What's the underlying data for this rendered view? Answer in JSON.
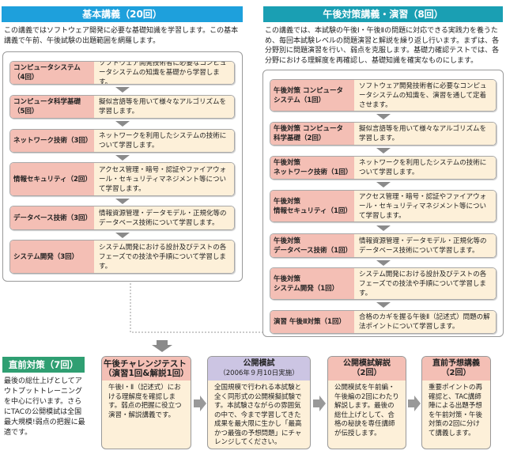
{
  "basic": {
    "title": "基本講義（20回）",
    "intro": "この講義ではソフトウェア開発に必要な基礎知識を学習します。この基本講義で午前、午後試験の出題範囲を網羅します。",
    "rows": [
      {
        "label": "コンピュータシステム\n（4回）",
        "desc": "ソフトウェア開発技術者に必要なコンピュータシステムの知識を基礎から学習します。"
      },
      {
        "label": "コンピュータ科学基礎\n（5回）",
        "desc": "擬似言語等を用いて様々なアルゴリズムを学習します。"
      },
      {
        "label": "ネットワーク技術（3回）",
        "desc": "ネットワークを利用したシステムの技術について学習します。"
      },
      {
        "label": "情報セキュリティ（2回）",
        "desc": "アクセス管理・暗号・認証やファイアウォール・セキュリティマネジメント等について学習します。"
      },
      {
        "label": "データベース技術（3回）",
        "desc": "情報資源管理・データモデル・正規化等のデータベース技術について学習します。"
      },
      {
        "label": "システム開発（3回）",
        "desc": "システム開発における設計及びテストの各フェーズでの技法や手順について学習します。"
      }
    ]
  },
  "afternoon": {
    "title": "午後対策講義・演習（8回）",
    "intro": "この講義では、本試験の午後Ⅰ・午後Ⅱの問題に対応できる実践力を養うため、毎回本試験レベルの問題演習と解説を繰り返し行います。まずは、各分野別に問題演習を行い、弱点を克服します。基礎力確認テストでは、各分野における理解度を再確認し、基礎知識を確実なものにします。",
    "rows": [
      {
        "label": "午後対策 コンピュータ\nシステム（1回）",
        "desc": "ソフトウェア開発技術者に必要なコンピュータシステムの知識を、演習を通して定着させます。"
      },
      {
        "label": "午後対策 コンピュータ\n科学基礎（2回）",
        "desc": "擬似言語等を用いて様々なアルゴリズムを学習します。"
      },
      {
        "label": "午後対策\nネットワーク技術（1回）",
        "desc": "ネットワークを利用したシステムの技術について学習します。"
      },
      {
        "label": "午後対策\n情報セキュリティ（1回）",
        "desc": "アクセス管理・暗号・認証やファイアウォール・セキュリティマネジメント等について学習します。"
      },
      {
        "label": "午後対策\nデータベース技術（1回）",
        "desc": "情報資源管理・データモデル・正規化等のデータベース技術について学習します。"
      },
      {
        "label": "午後対策\nシステム開発（1回）",
        "desc": "システム開発における設計及びテストの各フェーズでの技法や手順について学習します。"
      },
      {
        "label": "演習 午後Ⅱ対策（1回）",
        "desc": "合格のカギを握る午後Ⅱ（記述式）問題の解法ポイントについて学習します。"
      }
    ]
  },
  "final": {
    "title": "直前対策（7回）",
    "intro": "最後の総仕上げとしてアウトプットトレーニングを中心に行います。さらにTACの公開模試は全国最大規模!弱点の把握に最適です。",
    "steps": [
      {
        "title": "午後チャレンジテスト",
        "sub": "（演習1回&解説1回）",
        "body": "午後Ⅰ・Ⅱ（記述式）における理解度を確認します。弱点の把握に役立つ演習・解説講義です。"
      },
      {
        "title": "公開模試",
        "sub": "（2006年９月10日実施）",
        "body": "全国規模で行われる本試験と全く同形式の公開模擬試験です。本試験さながらの雰囲気の中で、今まで学習してきた成果を最大限に生かし「最高かつ最強の予想問題」にチャレンジしてください。"
      },
      {
        "title": "公開模試解説",
        "sub": "（2回）",
        "body": "公開模試を午前編・午後編の2回にわたり解説します。最後の総仕上げとして、合格の秘訣を専任講師が伝授します。"
      },
      {
        "title": "直前予想講義",
        "sub": "（2回）",
        "body": "重要ポイントの再確認と、TAC講師陣による出題予想を午前対策・午後対策の2回に分けて講義します。"
      }
    ]
  },
  "colors": {
    "basic": "#1ea0dc",
    "afternoon": "#1a9fb3",
    "final": "#2f9f72",
    "pink": "#f4bfb5",
    "lavender": "#ccc5e3",
    "cream": "#fdf0d9"
  }
}
